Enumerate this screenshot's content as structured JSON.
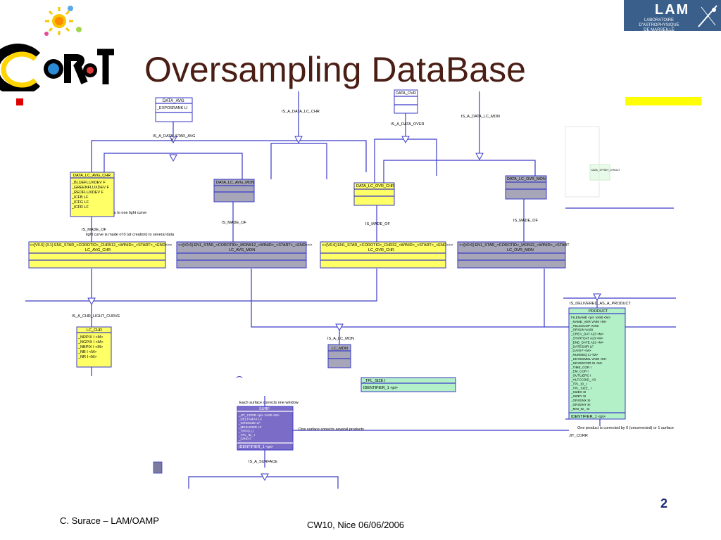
{
  "slide": {
    "title": "Oversampling DataBase",
    "footer_left": "C. Surace – LAM/OAMP",
    "footer_center": "CW10, Nice 06/06/2006",
    "page_number": "2",
    "lam_logo": {
      "name": "LAM",
      "subtitle_line1": "LABORATOIRE D'ASTROPHYSIQUE",
      "subtitle_line2": "DE MARSEILLE"
    }
  },
  "colors": {
    "title": "#4a1e14",
    "yellow_entity": "#ffff66",
    "grey_entity": "#a6a6b8",
    "green_entity": "#b3f0c8",
    "purple_entity": "#7b6cc7",
    "line": "#3a3ac8",
    "page_number": "#1a2a7a"
  },
  "entities": {
    "data_avg": {
      "name": "DATA_AVG",
      "attrs": [
        "_EXPOSRANK  LI"
      ]
    },
    "data_ovr": {
      "name": "DATA_OVR"
    },
    "data_lc_avg_chr": {
      "name": "DATA_LC_AVG_CHR",
      "attrs": [
        "_BLUEFLUXDEV  F",
        "_GREENFLUXDEV  F",
        "_REDFLUXDEV  F",
        "_ICFB  LF",
        "_ICFG  LF",
        "_ICFR  LF"
      ]
    },
    "data_lc_avg_mon": {
      "name": "DATA_LC_AVG_MON"
    },
    "data_lc_ovr_chr": {
      "name": "DATA_LC_OVR_CHR"
    },
    "data_lc_ovr_mon": {
      "name": "DATA_LC_OVR_MON"
    },
    "lc_avg_chr": {
      "header": "<<[V0.6] (3.1) EN1_STAR_<COROTID>_CHR512_<WINID>_<START>_<END>>>",
      "name": "LC_AVG_CHR"
    },
    "lc_avg_mon": {
      "header": "<<[V0.6] EN1_STAR_<COROTID>_MON512_<WINID>_<START>_<END>>>",
      "name": "LC_AVG_MON"
    },
    "lc_ovr_chr": {
      "header": "<<[V0.6] EN1_STAR_<COROTID>_CHR32_<WINID>_<START>_<END>>>",
      "name": "LC_OVR_CHR"
    },
    "lc_ovr_mon": {
      "header": "<<[V0.6] EN1_STAR_<COROTID>_MON32_<WINID>_<START",
      "name": "LC_OVR_MON"
    },
    "lc_chr": {
      "name": "LC_CHR",
      "attrs": [
        "_NRPIX  I  <M>",
        "_NGPIX  I  <M>",
        "_NBPIX  I  <M>",
        "_NB  I  <M>",
        "_NR  I  <M>"
      ]
    },
    "lc_mon": {
      "name": "LC_MON"
    },
    "product": {
      "name": "PRODUCT",
      "attrs": [
        "FILENAME  <pi>  VA90  <M>",
        "_NAME_VER  VA90  <M>",
        "_TELESCOP  VA90",
        "_ORIGIN  VA90",
        "_CREA_DAT  A23  <M>",
        "_STARTDAT  A23  <M>",
        "_END_DATE  A23  <M>",
        "_DATE320R  LF",
        "_GAIN  F  <M>",
        "_NUMSEQ  LI  <M>",
        "_SKYBGMDL  VA90  <M>",
        "_SKYBGCOR  SI  <M>",
        "_TIME_COR  I",
        "_EM_COR  I",
        "_OUTLIERC  I",
        "_HLFCCDID_  A3",
        "_TPL_ID_  I",
        "_TPL_SIZE_  I",
        "_SIZEX  SI",
        "_SIZEY  SI",
        "_ORIGINX  SI",
        "_ORIGINY  SI",
        "_MIN_ID_  SI"
      ],
      "identifier": "IDENTIFIER_1  <pi>"
    },
    "surf": {
      "name": "SURF",
      "attrs": [
        "_JIT_CORR  <pi>  VA90  <M>",
        "_DELTAMAX  LF",
        "_GRIDSIZE  LF",
        "_MESHSIZE  LF",
        "_TPFIG  LI",
        "_TPL_ID_  I",
        "_GRID  F"
      ],
      "identifier": "IDENTIFIER_1  <pi>"
    },
    "green_box": {
      "attrs": [
        "_TPL_SIZE  I"
      ],
      "identifier": "IDENTIFIER_1  <pi>"
    }
  },
  "relations": {
    "is_a_data_star_avg": "IS_A_DATA_STAR_AVG",
    "is_a_data_lc_chr": "IS_A_DATA_LC_CHR",
    "is_a_data_over": "IS_A_DATA_OVER",
    "is_a_data_lc_mon": "IS_A_DATA_LC_MON",
    "is_made_of_1": "IS_MADE_OF",
    "is_made_of_2": "IS_MADE_OF",
    "is_made_of_3": "IS_MADE_OF",
    "is_made_of_4": "IS_MADE_OF",
    "is_a_chr_light_curve": "IS_A_CHR_LIGHT_CURVE",
    "is_a_lc_mon": "IS_A_LC_MON",
    "is_delivered_as_a_product": "IS_DELIVERED_AS_A_PRODUCT",
    "is_a_surface": "IS_A_SURFACE",
    "jit_corr": "JIT_CORR"
  },
  "notes": {
    "light_curve_one": "s to one light curve",
    "light_curve_several": "light curve is made of 0 (at creation) to several data",
    "surface_window": "Each surface corrects one window",
    "surface_products": "One surface corrects several products",
    "product_surface": "One product is corrected by 0 (uncorrected) or 1 surface",
    "green_note": "DATA_OFFSET_STRUCT"
  }
}
